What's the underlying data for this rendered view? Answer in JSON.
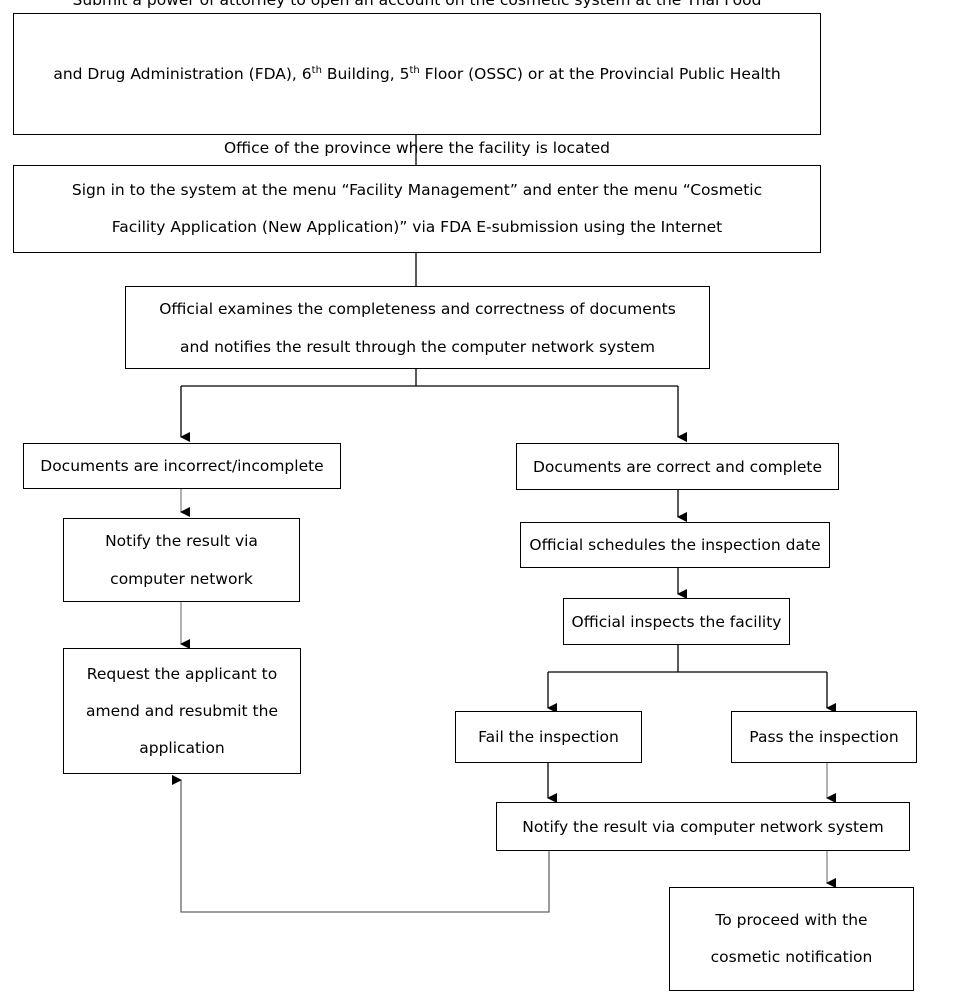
{
  "boxes": {
    "submit_poa": {
      "line1": "Submit a power of attorney to open an account on the cosmetic system at the Thai Food",
      "line2_a": "and Drug Administration (FDA), 6",
      "line2_sup1": "th",
      "line2_b": " Building, 5",
      "line2_sup2": "th",
      "line2_c": " Floor (OSSC) or at the Provincial Public Health",
      "line3": "Office of the province where the facility is located"
    },
    "sign_in": "Sign in to the system at the menu “Facility Management” and enter the menu “Cosmetic\nFacility Application (New Application)” via FDA E-submission using the Internet",
    "official_examines": "Official examines the completeness and correctness of documents\nand notifies the result through the computer network system",
    "docs_incorrect": "Documents are incorrect/incomplete",
    "docs_correct": "Documents are correct and complete",
    "notify_network": "Notify the result via\ncomputer network",
    "schedule_inspection": "Official schedules the inspection date",
    "inspects_facility": "Official inspects the facility",
    "request_amend": "Request the applicant to\namend and resubmit the\napplication",
    "fail_inspection": "Fail the inspection",
    "pass_inspection": "Pass the inspection",
    "notify_network_system": "Notify the result via computer network system",
    "proceed_notification": "To proceed with the\ncosmetic notification"
  }
}
